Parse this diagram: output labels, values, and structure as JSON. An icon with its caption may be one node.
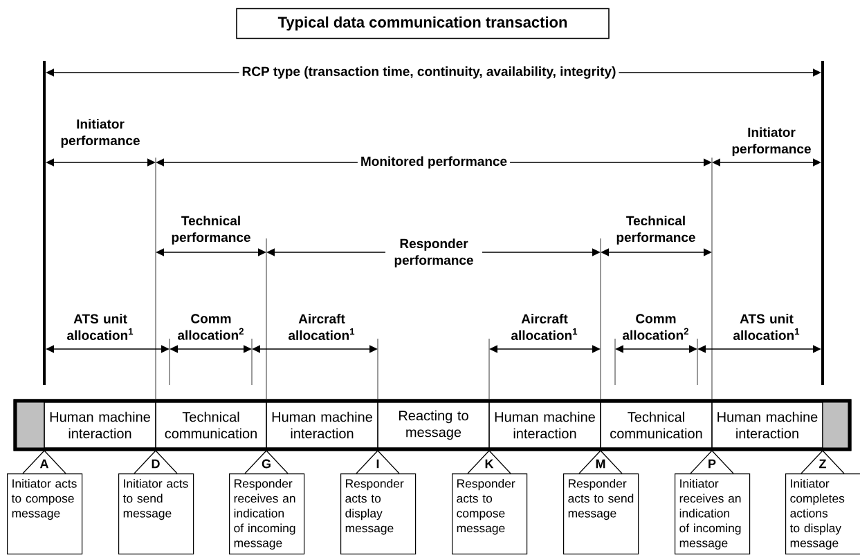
{
  "diagram": {
    "title": "Typical data communication transaction",
    "nodes": [
      {
        "text": [],
        "shape": "bar"
      },
      {
        "text": [],
        "shape": "box",
        "in": 0
      },
      {
        "text": [
          "Human machine interaction"
        ],
        "in": 0
      },
      {
        "text": [
          "Technical communication"
        ],
        "in": 0
      },
      {
        "text": [
          "Human machine interaction"
        ],
        "in": 0
      },
      {
        "text": [
          "Reacting to message"
        ],
        "in": 0
      },
      {
        "text": [
          "Human machine interaction"
        ],
        "in": 0
      },
      {
        "text": [
          "Technical communication"
        ],
        "in": 0
      },
      {
        "text": [
          "Human machine interaction"
        ],
        "in": 0
      },
      {
        "text": [],
        "shape": "box",
        "in": 0
      },
      {
        "text": [
          "A",
          "Initiator acts to compose message"
        ]
      },
      {
        "text": [
          "D",
          "Initiator acts to send message"
        ]
      },
      {
        "text": [
          "G",
          "Responder receives an indication of incoming message"
        ]
      },
      {
        "text": [
          "I",
          "Responder acts to display message"
        ]
      },
      {
        "text": [
          "K",
          "Responder acts to compose message"
        ]
      },
      {
        "text": [
          "M",
          "Responder acts to send message"
        ]
      },
      {
        "text": [
          "P",
          "Initiator receives an indication of incoming message"
        ]
      },
      {
        "text": [
          "Z",
          "Initiator completes actions to display message"
        ]
      }
    ],
    "labels": [
      "RCP type (transaction time, continuity, availability, integrity)",
      "Initiator performance",
      "Initiator performance",
      "Monitored performance",
      "Technical performance",
      "Responder performance",
      "Technical performance",
      "ATS unit allocation$^{1}$",
      "Comm allocation$^{2}$",
      "Aircraft allocation$^{1}$",
      "Aircraft allocation$^{1}$",
      "Comm allocation$^{2}$",
      "ATS unit allocation$^{1}$"
    ]
  }
}
